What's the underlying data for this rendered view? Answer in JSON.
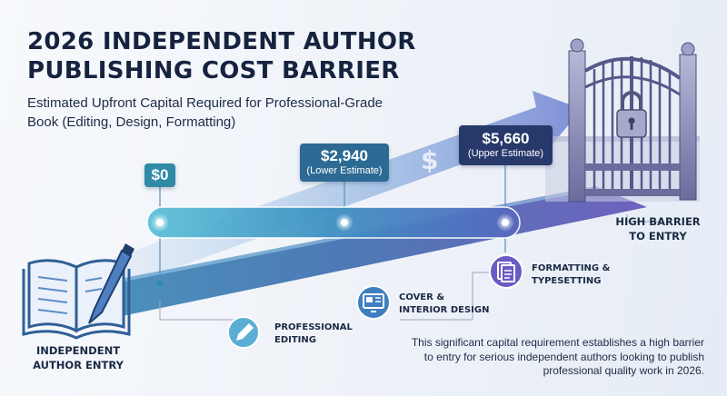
{
  "title": {
    "line1": "2026 INDEPENDENT AUTHOR",
    "line2": "PUBLISHING COST BARRIER"
  },
  "subtitle": "Estimated Upfront Capital Required for Professional-Grade Book (Editing, Design, Formatting)",
  "markers": [
    {
      "amount": "$0",
      "caption": ""
    },
    {
      "amount": "$2,940",
      "caption": "(Lower Estimate)"
    },
    {
      "amount": "$5,660",
      "caption": "(Upper Estimate)"
    }
  ],
  "symbol": "$",
  "stages": {
    "entry": {
      "line1": "INDEPENDENT",
      "line2": "AUTHOR ENTRY"
    },
    "editing": {
      "line1": "PROFESSIONAL",
      "line2": "EDITING"
    },
    "design": {
      "line1": "COVER &",
      "line2": "INTERIOR DESIGN"
    },
    "formatting": {
      "line1": "FORMATTING &",
      "line2": "TYPESETTING"
    },
    "barrier": {
      "line1": "HIGH BARRIER",
      "line2": "TO ENTRY"
    }
  },
  "note": "This significant capital requirement establishes a high barrier to entry for serious independent authors looking to publish professional quality work in 2026.",
  "colors": {
    "teal": "#2f8aa6",
    "blue": "#2c6a94",
    "navy": "#27386a",
    "purple": "#6a5bc4"
  },
  "icons": [
    "open-book-icon",
    "pen-icon",
    "pencil-icon",
    "monitor-layout-icon",
    "document-stack-icon",
    "padlock-icon",
    "gate-icon"
  ]
}
